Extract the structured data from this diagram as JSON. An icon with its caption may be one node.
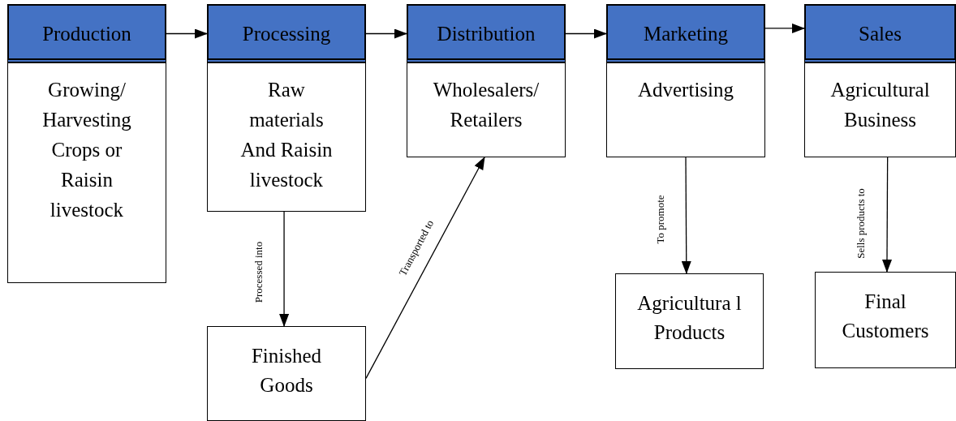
{
  "diagram": {
    "nodes": [
      {
        "text": [
          "Production"
        ]
      },
      {
        "text": [
          "Processing"
        ]
      },
      {
        "text": [
          "Distribution"
        ]
      },
      {
        "text": [
          "Marketing"
        ]
      },
      {
        "text": [
          "Sales"
        ]
      },
      {
        "text": [
          "Growing/ Harvesting Crops or Raisin livestock"
        ]
      },
      {
        "text": [
          "Raw materials And Raisin livestock"
        ]
      },
      {
        "text": [
          "Wholesalers/ Retailers"
        ]
      },
      {
        "text": [
          "Advertising"
        ]
      },
      {
        "text": [
          "Agricultural Business"
        ]
      },
      {
        "text": [
          "Finished Goods"
        ]
      },
      {
        "text": [
          "Agricultura l Products"
        ]
      },
      {
        "text": [
          "Final Customers"
        ]
      }
    ],
    "edges": [
      {
        "from": 0,
        "to": 1,
        "arrow": "to"
      },
      {
        "from": 1,
        "to": 2,
        "arrow": "to"
      },
      {
        "from": 2,
        "to": 3,
        "arrow": "to"
      },
      {
        "from": 3,
        "to": 4,
        "arrow": "to"
      },
      {
        "from": 6,
        "to": 10,
        "arrow": "to",
        "label": "Processed into"
      },
      {
        "from": 10,
        "to": 7,
        "arrow": "to",
        "label": "Transported to"
      },
      {
        "from": 8,
        "to": 11,
        "arrow": "to",
        "label": "To promote"
      },
      {
        "from": 9,
        "to": 12,
        "arrow": "to",
        "label": "Sells products to"
      }
    ]
  }
}
